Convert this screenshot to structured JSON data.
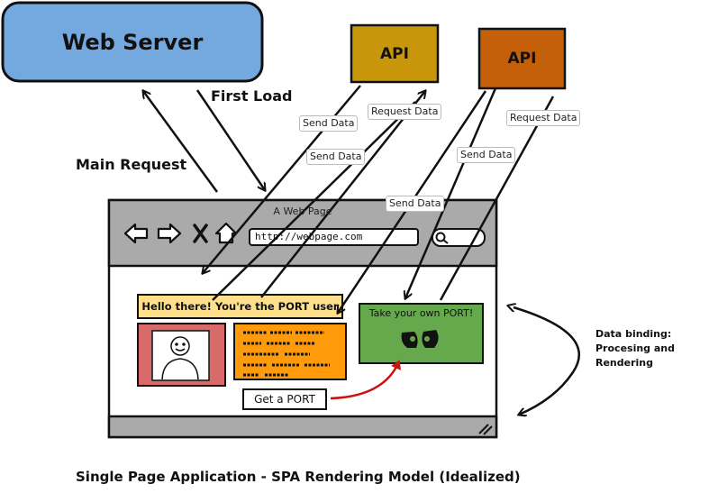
{
  "nodes": {
    "web_server": "Web Server",
    "api_1": "API",
    "api_2": "API"
  },
  "edge_labels": {
    "first_load": "First Load",
    "main_request": "Main Request",
    "send_data_1": "Send Data",
    "request_data_1": "Request Data",
    "send_data_2": "Send Data",
    "send_data_3": "Send Data",
    "request_data_2": "Request Data",
    "send_data_4": "Send Data"
  },
  "browser": {
    "title": "A Web Page",
    "url": "http://webpage.com",
    "greeting": "Hello there! You're the PORT user",
    "promo": "Take your own PORT!",
    "button": "Get a PORT"
  },
  "side_note": {
    "line1": "Data binding:",
    "line2": "Procesing and",
    "line3": "Rendering"
  },
  "caption": "Single Page Application - SPA Rendering Model (Idealized)",
  "colors": {
    "web_server_fill": "#74a9e0",
    "api_1_fill": "#c8960a",
    "api_2_fill": "#c45f0a",
    "browser_chrome": "#aaaaaa",
    "greeting_fill": "#ffe08a",
    "profile_fill": "#d96a6a",
    "text_block_fill": "#ff9a0a",
    "promo_fill": "#66a84c",
    "arrow_red": "#cc1111"
  }
}
